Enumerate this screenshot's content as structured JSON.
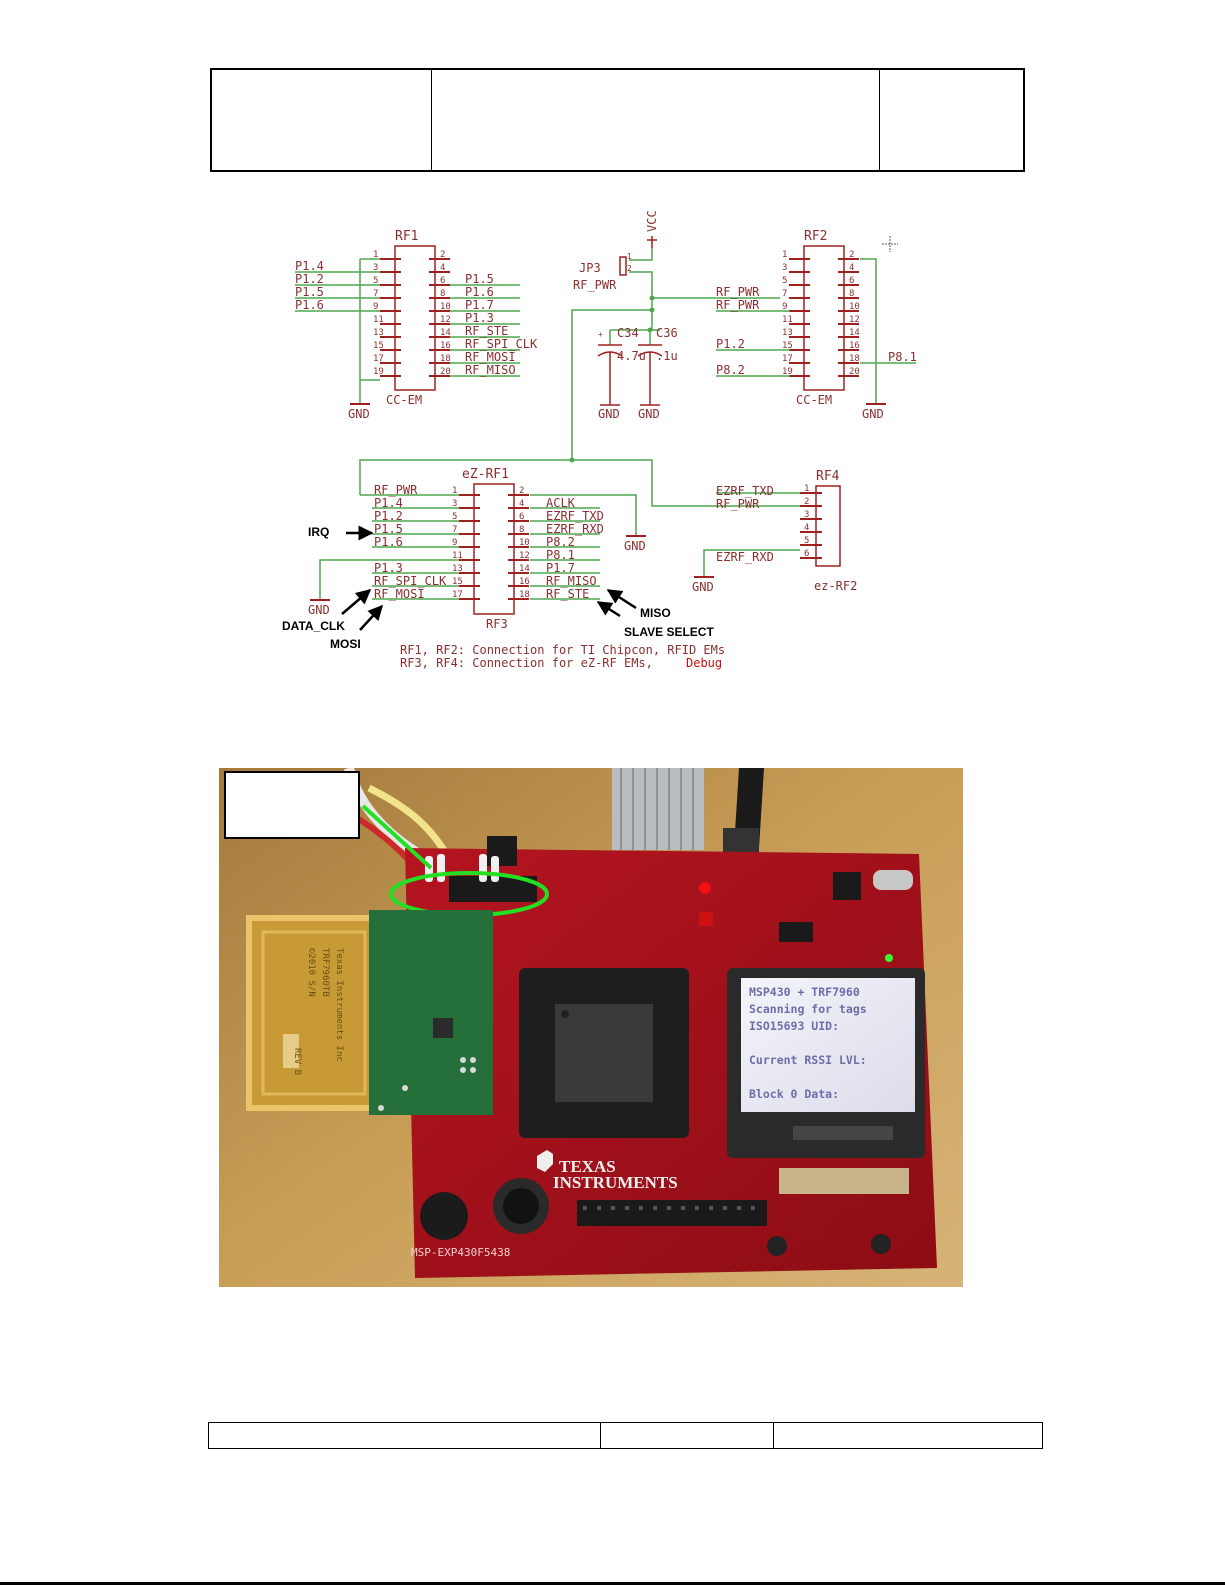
{
  "schematic": {
    "rf1_top": {
      "title": "RF1",
      "subtitle": "CC-EM",
      "left_nets": [
        "P1.4",
        "P1.2",
        "P1.5",
        "P1.6"
      ],
      "right_nets": [
        "P1.5",
        "P1.6",
        "P1.7",
        "P1.3",
        "RF_STE",
        "RF_SPI_CLK",
        "RF_MOSI",
        "RF_MISO"
      ],
      "pins_odd": [
        "1",
        "3",
        "5",
        "7",
        "9",
        "11",
        "13",
        "15",
        "17",
        "19"
      ],
      "pins_even": [
        "2",
        "4",
        "6",
        "8",
        "10",
        "12",
        "14",
        "16",
        "18",
        "20"
      ],
      "gnd": "GND"
    },
    "power": {
      "vcc": "VCC",
      "jumper": "JP3",
      "jumper_net": "RF_PWR",
      "jumper_pins": [
        "1",
        "2"
      ],
      "c1_name": "C34",
      "c1_value": "4.7u",
      "c2_name": "C36",
      "c2_value": ".1u",
      "gnd": "GND"
    },
    "rf2": {
      "title": "RF2",
      "subtitle": "CC-EM",
      "left_nets": [
        "RF_PWR",
        "RF_PWR",
        "P1.2",
        "P8.2"
      ],
      "right_net": "P8.1",
      "pins_odd": [
        "1",
        "3",
        "5",
        "7",
        "9",
        "11",
        "13",
        "15",
        "17",
        "19"
      ],
      "pins_even": [
        "2",
        "4",
        "6",
        "8",
        "10",
        "12",
        "14",
        "16",
        "18",
        "20"
      ],
      "gnd": "GND"
    },
    "ezrf1": {
      "title": "eZ-RF1",
      "subtitle": "RF3",
      "left_nets": [
        "RF_PWR",
        "P1.4",
        "P1.2",
        "P1.5",
        "P1.6",
        "P1.3",
        "RF_SPI_CLK",
        "RF_MOSI"
      ],
      "right_nets": [
        "ACLK",
        "EZRF_TXD",
        "EZRF_RXD",
        "P8.2",
        "P8.1",
        "P1.7",
        "RF_MISO",
        "RF_STE"
      ],
      "pins_left": [
        "2",
        "4",
        "6",
        "8",
        "10",
        "12",
        "14",
        "16",
        "18"
      ],
      "pins_right": [
        "1",
        "3",
        "5",
        "7",
        "9",
        "11",
        "13",
        "15",
        "17"
      ],
      "gnd_left": "GND",
      "gnd_right": "GND"
    },
    "ezrf2": {
      "title": "RF4",
      "subtitle": "ez-RF2",
      "nets": [
        "EZRF_TXD",
        "RF_PWR",
        "EZRF_RXD"
      ],
      "pins": [
        "1",
        "2",
        "3",
        "4",
        "5",
        "6"
      ],
      "gnd": "GND"
    },
    "annotations": {
      "irq": "IRQ",
      "data_clk": "DATA_CLK",
      "mosi": "MOSI",
      "miso": "MISO",
      "slave_select": "SLAVE SELECT"
    },
    "notes": {
      "line1": "RF1, RF2: Connection for TI Chipcon, RFID EMs",
      "line2a": "RF3, RF4: Connection for eZ-RF EMs,",
      "line2b": "Debug"
    },
    "colors": {
      "wire": "#4ea74e",
      "part": "#a02020",
      "text": "#8a3030",
      "note_black": "#1a1a1a",
      "note_red": "#cc1010"
    }
  },
  "photo": {
    "lcd_lines": [
      "MSP430 + TRF7960",
      "Scanning for tags",
      "ISO15693 UID:",
      "",
      "Current RSSI LVL:",
      "",
      "Block 0 Data:"
    ],
    "brand_line1": "TEXAS",
    "brand_line2": "INSTRUMENTS",
    "board_name": "MSP-EXP430F5438",
    "module_text": [
      "Texas Instruments Inc",
      "TRF7960TB",
      "©2010 S/N",
      "REV B"
    ],
    "colors": {
      "pcb": "#a8121b",
      "background": "#c89a52",
      "highlight": "#22e022"
    }
  }
}
